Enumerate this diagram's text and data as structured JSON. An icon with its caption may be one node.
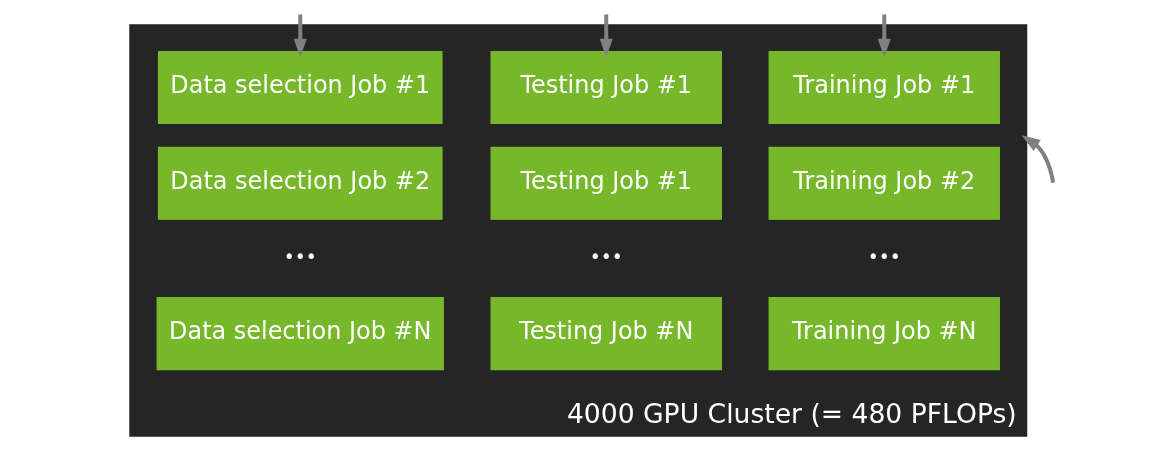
{
  "diagram": {
    "nodes": [
      {
        "text": [
          "4000 GPU Cluster (= 480 PFLOPs)"
        ]
      },
      {
        "text": [
          "Data selection Job #1"
        ],
        "in": 0
      },
      {
        "text": [
          "Testing Job #1"
        ],
        "in": 0
      },
      {
        "text": [
          "Training Job #1"
        ],
        "in": 0
      },
      {
        "text": [
          "Data selection Job #2"
        ],
        "in": 0
      },
      {
        "text": [
          "Testing Job #1"
        ],
        "in": 0
      },
      {
        "text": [
          "Training Job #2"
        ],
        "in": 0
      },
      {
        "text": [
          "Data selection Job #N"
        ],
        "in": 0
      },
      {
        "text": [
          "Testing Job #N"
        ],
        "in": 0
      },
      {
        "text": [
          "Training Job #N"
        ],
        "in": 0
      }
    ],
    "edges": [
      {
        "from": null,
        "to": 1,
        "arrow": "to"
      },
      {
        "from": null,
        "to": 2,
        "arrow": "to"
      },
      {
        "from": null,
        "to": 3,
        "arrow": "to"
      },
      {
        "from": null,
        "to": 0,
        "arrow": "to"
      }
    ],
    "labels": [
      "•••",
      "•••",
      "•••"
    ]
  }
}
